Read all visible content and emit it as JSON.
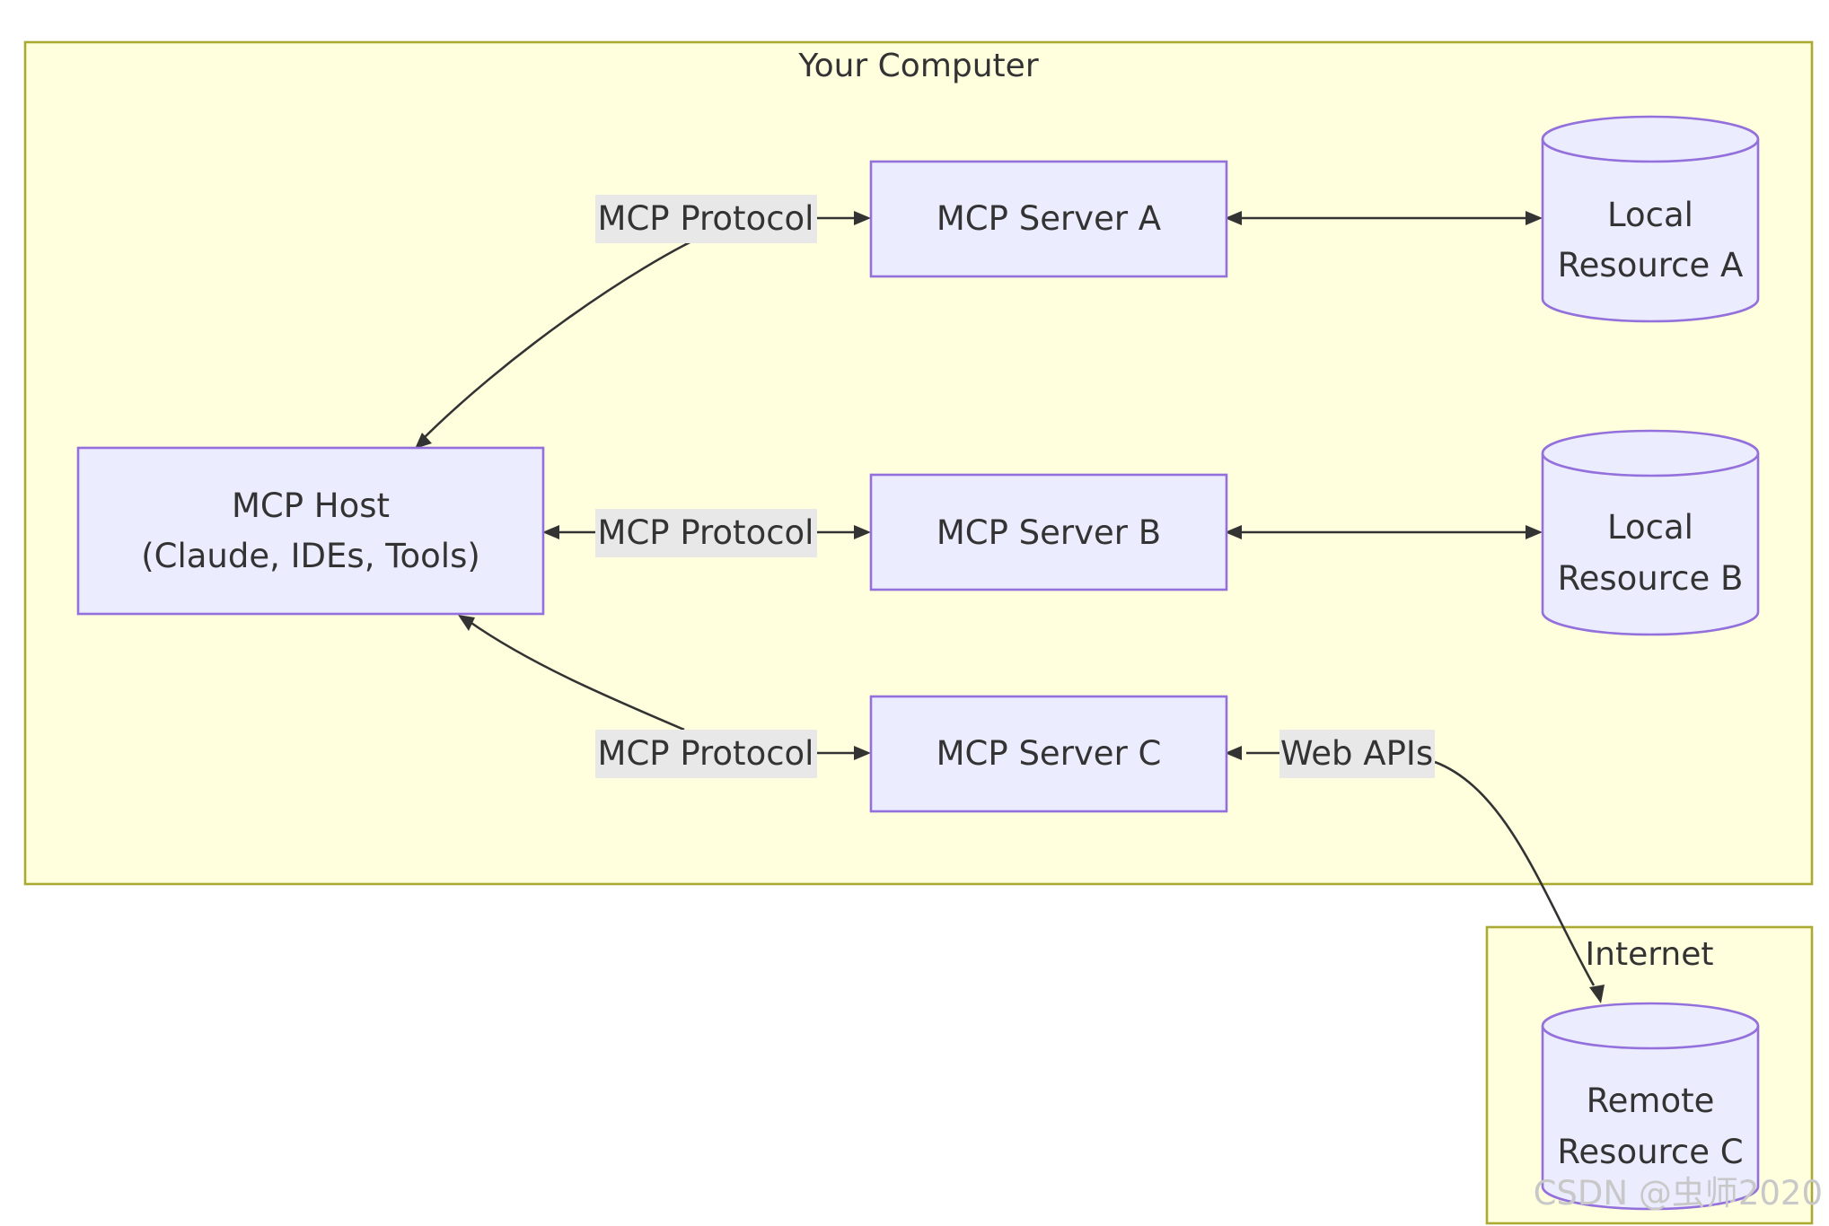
{
  "groups": {
    "computer": {
      "title": "Your Computer"
    },
    "internet": {
      "title": "Internet"
    }
  },
  "nodes": {
    "host": {
      "line1": "MCP Host",
      "line2": "(Claude, IDEs, Tools)"
    },
    "server_a": {
      "label": "MCP Server A"
    },
    "server_b": {
      "label": "MCP Server B"
    },
    "server_c": {
      "label": "MCP Server C"
    },
    "resource_a": {
      "line1": "Local",
      "line2": "Resource A"
    },
    "resource_b": {
      "line1": "Local",
      "line2": "Resource B"
    },
    "resource_c": {
      "line1": "Remote",
      "line2": "Resource C"
    }
  },
  "edges": {
    "host_a": {
      "label": "MCP Protocol"
    },
    "host_b": {
      "label": "MCP Protocol"
    },
    "host_c": {
      "label": "MCP Protocol"
    },
    "c_remote": {
      "label": "Web APIs"
    }
  },
  "watermark": "CSDN @虫师2020",
  "colors": {
    "cluster_fill": "#ffffde",
    "cluster_stroke": "#aaaa33",
    "node_fill": "#ececff",
    "node_stroke": "#9370db",
    "edge": "#333333",
    "edge_label_bg": "#e8e8e8"
  }
}
